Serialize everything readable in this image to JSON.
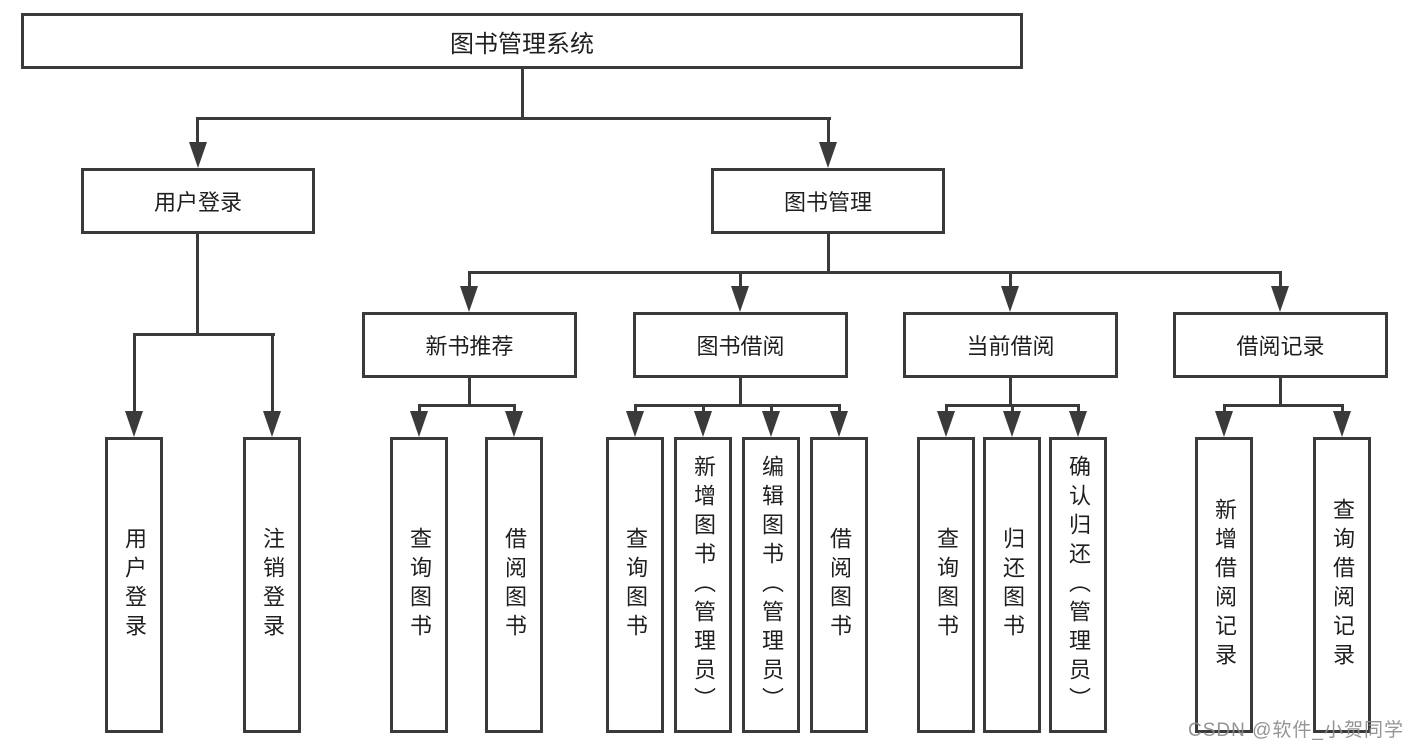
{
  "diagram": {
    "root": "图书管理系统",
    "level2": {
      "user": "用户登录",
      "book": "图书管理"
    },
    "level3": {
      "recommend": "新书推荐",
      "borrow": "图书借阅",
      "current": "当前借阅",
      "records": "借阅记录"
    },
    "leaves": {
      "user": [
        "用户登录",
        "注销登录"
      ],
      "recommend": [
        "查询图书",
        "借阅图书"
      ],
      "borrow": [
        "查询图书",
        "新增图书（管理员）",
        "编辑图书（管理员）",
        "借阅图书"
      ],
      "current": [
        "查询图书",
        "归还图书",
        "确认归还（管理员）"
      ],
      "records": [
        "新增借阅记录",
        "查询借阅记录"
      ]
    },
    "watermark": "CSDN @软件_小贺同学",
    "colors": {
      "line": "#3a3a3a",
      "text": "#1f1f1f",
      "watermark": "#8c8c8c"
    }
  }
}
